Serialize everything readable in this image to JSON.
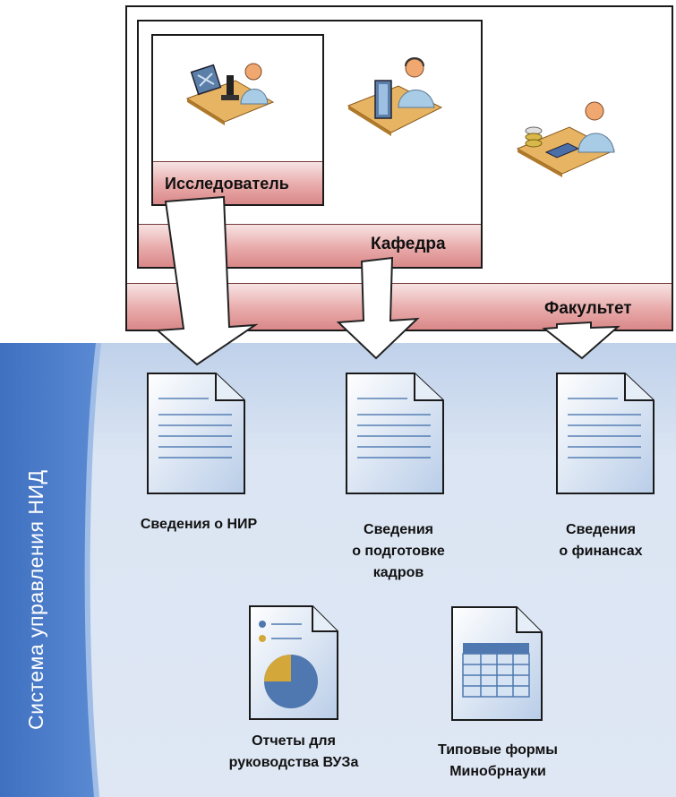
{
  "system": {
    "title": "Система управления НИД"
  },
  "org": {
    "researcher_label": "Исследователь",
    "department_label": "Кафедра",
    "faculty_label": "Факультет"
  },
  "documents": {
    "nir": "Сведения о НИР",
    "training_line1": "Сведения",
    "training_line2": "о подготовке",
    "training_line3": "кадров",
    "finance_line1": "Сведения",
    "finance_line2": "о финансах",
    "reports_line1": "Отчеты для",
    "reports_line2": "руководства ВУЗа",
    "forms_line1": "Типовые формы",
    "forms_line2": "Минобрнауки"
  },
  "colors": {
    "panel": "#dbe5f3",
    "sidebar": "#4a7cc9",
    "band": "#e9aaaa"
  }
}
